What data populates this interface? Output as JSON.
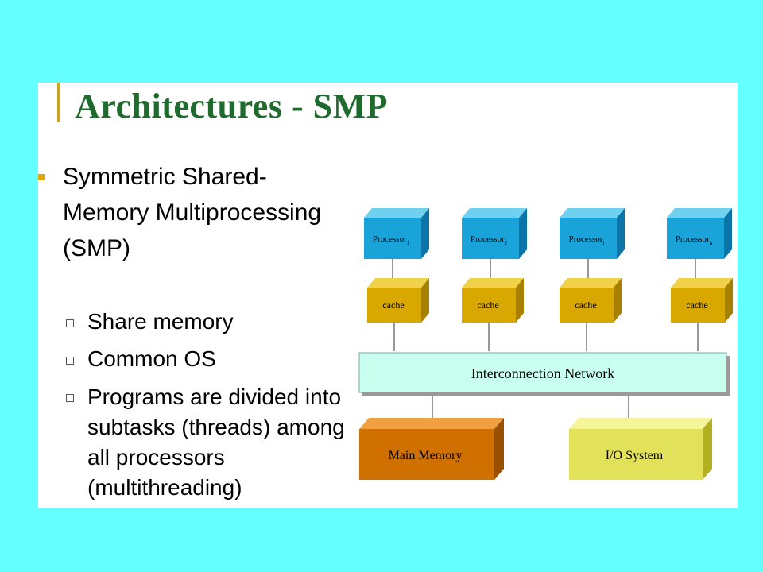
{
  "title": "Architectures - SMP",
  "main_bullet": "Symmetric Shared-Memory Multiprocessing (SMP)",
  "sub_bullets": [
    "Share memory",
    "Common OS",
    "Programs are divided into subtasks (threads) among all processors (multithreading)"
  ],
  "diagram": {
    "processors": [
      {
        "label": "Processor",
        "sub": "1"
      },
      {
        "label": "Processor",
        "sub": "2"
      },
      {
        "label": "Processor",
        "sub": "i"
      },
      {
        "label": "Processor",
        "sub": "n"
      }
    ],
    "cache_label": "cache",
    "network_label": "Interconnection Network",
    "memory_label": "Main Memory",
    "io_label": "I/O System",
    "colors": {
      "processor_front": "#1aa3d9",
      "processor_top": "#6fd0f0",
      "processor_side": "#0b74a8",
      "cache_front": "#d8a800",
      "cache_top": "#f0d24a",
      "cache_side": "#a88000",
      "network_front": "#c9ffee",
      "memory_front": "#d07000",
      "memory_top": "#f0a040",
      "memory_side": "#9a5000",
      "io_front": "#e2e25a",
      "io_top": "#f4f49a",
      "io_side": "#b0b020"
    }
  }
}
